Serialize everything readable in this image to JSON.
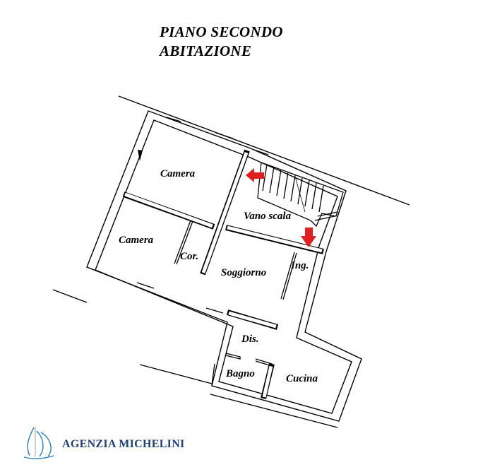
{
  "title": {
    "line1": "PIANO SECONDO",
    "line2": "ABITAZIONE"
  },
  "rooms": {
    "camera_top": "Camera",
    "camera_left": "Camera",
    "corridor": "Cor.",
    "living": "Soggiorno",
    "stairwell": "Vano scala",
    "entrance": "Ing.",
    "hall": "Dis.",
    "bathroom": "Bagno",
    "kitchen": "Cucina"
  },
  "logo": {
    "name": "AGENZIA MICHELINI"
  },
  "colors": {
    "arrow": "#e02020",
    "logo": "#1f3f7a",
    "wall": "#000000"
  }
}
